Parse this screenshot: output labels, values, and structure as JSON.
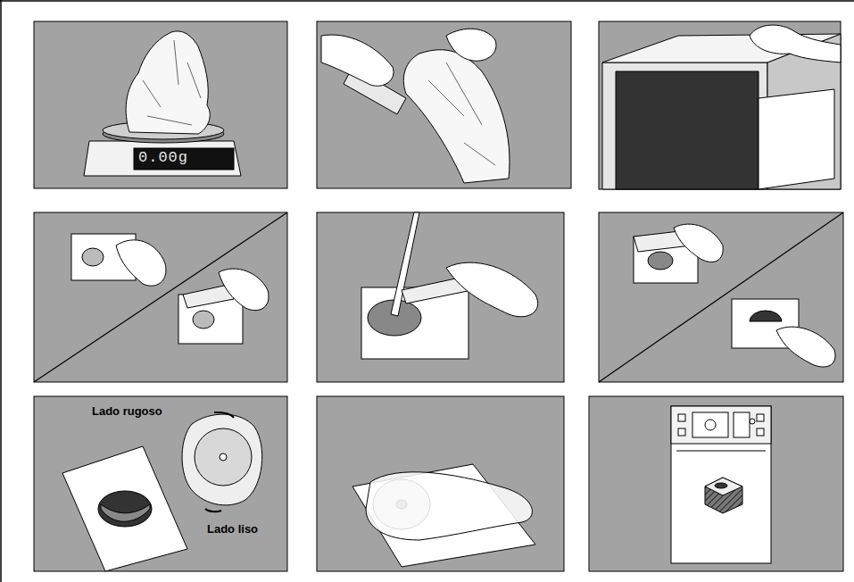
{
  "diagram": {
    "labels": [
      "0.00g",
      "Lado rugoso",
      "Lado liso"
    ]
  }
}
